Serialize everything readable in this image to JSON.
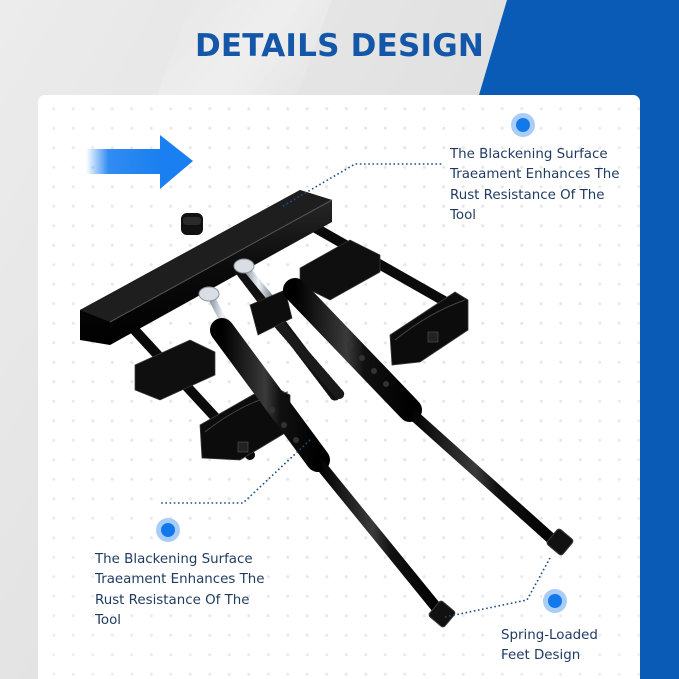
{
  "header": {
    "title": "DETAILS DESIGN"
  },
  "colors": {
    "brand_blue": "#0a5bb5",
    "title_blue": "#1456a8",
    "accent_dot": "#1279ea",
    "label_text": "#1f3a5f"
  },
  "callouts": [
    {
      "id": "top-right",
      "lines": [
        "The Blackening Surface",
        "Traeament Enhances The",
        "Rust Resistance Of The",
        "Tool"
      ]
    },
    {
      "id": "bottom-left",
      "lines": [
        "The Blackening Surface",
        "Traeament Enhances The",
        "Rust Resistance Of The",
        "Tool"
      ]
    },
    {
      "id": "bottom-right",
      "lines": [
        "Spring-Loaded",
        "Feet Design"
      ]
    }
  ],
  "icons": {
    "direction_arrow": "right-arrow-icon",
    "callout_marker": "blue-dot-icon"
  }
}
